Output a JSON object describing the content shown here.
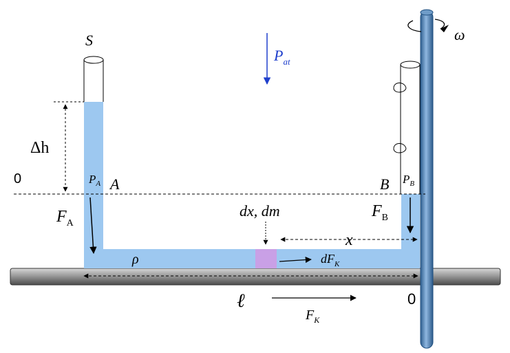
{
  "labels": {
    "S": "S",
    "P_at_main": "P",
    "P_at_sub": "at",
    "omega": "ω",
    "delta_h": "Δh",
    "zero_level": "0",
    "P_A_main": "P",
    "P_A_sub": "A",
    "A": "A",
    "B": "B",
    "P_B_main": "P",
    "P_B_sub": "B",
    "F_A_main": "F",
    "F_A_sub": "A",
    "F_B_main": "F",
    "F_B_sub": "B",
    "dx_dm": "dx, dm",
    "x": "x",
    "rho": "ρ",
    "dF_K_main": "dF",
    "dF_K_sub": "K",
    "ell": "ℓ",
    "zero_axis": "0",
    "F_K_main": "F",
    "F_K_sub": "K"
  },
  "colors": {
    "liquid": "#9dc8f0",
    "element": "#c9a0e6",
    "rod_dark": "#3d6d9e",
    "rod_light": "#8fb7e0",
    "bar_dark": "#5a5a5a",
    "bar_light": "#d4d4d4",
    "pressure_arrow": "#1f3fcc"
  }
}
